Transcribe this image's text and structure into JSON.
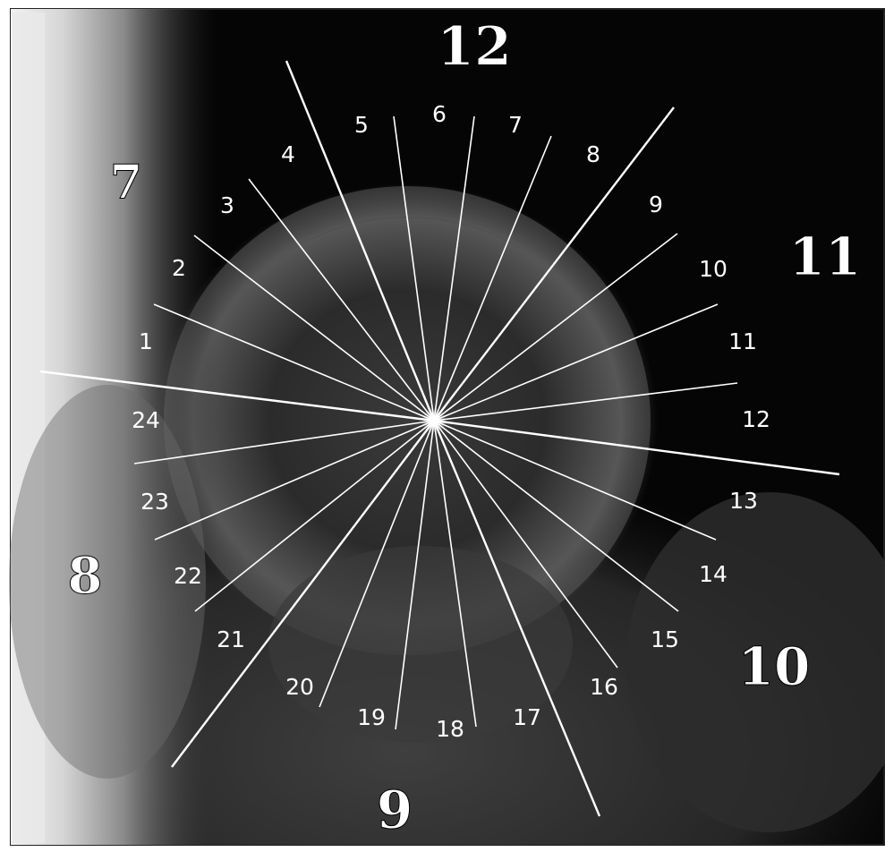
{
  "image": {
    "description_type": "ultrasound-style grayscale image with radial sector overlay",
    "line_color": "#ffffff",
    "background_dark": "#050505"
  },
  "big_labels": [
    "12",
    "11",
    "10",
    "9",
    "8",
    "7"
  ],
  "spoke_labels": [
    "1",
    "2",
    "3",
    "4",
    "5",
    "6",
    "7",
    "8",
    "9",
    "10",
    "11",
    "12",
    "13",
    "14",
    "15",
    "16",
    "17",
    "18",
    "19",
    "20",
    "21",
    "22",
    "23",
    "24"
  ]
}
